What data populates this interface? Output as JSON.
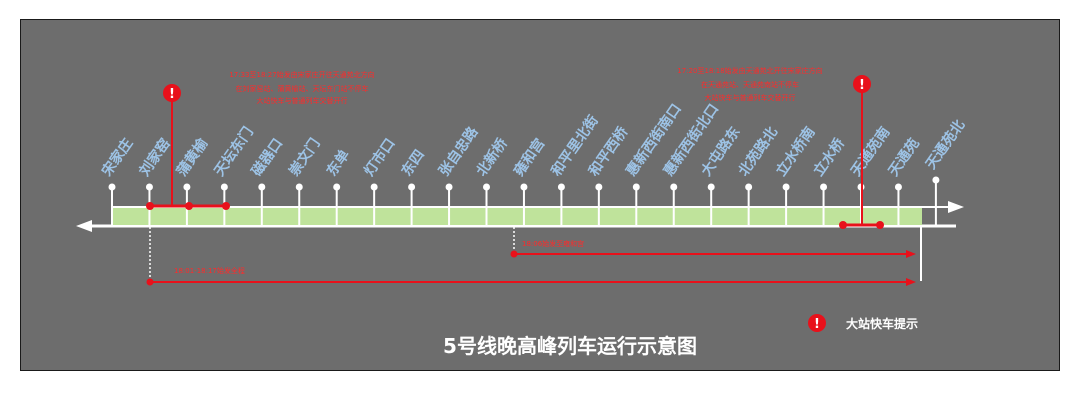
{
  "title": "5号线晚高峰列车运行示意图",
  "legend": {
    "label": "大站快车提示",
    "icon": "exclamation-icon",
    "color": "#e8111b"
  },
  "stations": [
    "宋家庄",
    "刘家窑",
    "蒲黄榆",
    "天坛东门",
    "磁器口",
    "崇文门",
    "东单",
    "灯市口",
    "东四",
    "张自忠路",
    "北新桥",
    "雍和宫",
    "和平里北街",
    "和平西桥",
    "惠新西街南口",
    "惠新西街北口",
    "大屯路东",
    "北苑路北",
    "立水桥南",
    "立水桥",
    "天通苑南",
    "天通苑",
    "天通苑北"
  ],
  "notes": {
    "south": [
      "17:33至18:27始发由宋家庄开往天通苑北方向",
      "在刘家窑站、蒲黄榆站、天坛东门站不停车",
      "大站快车与普通列车交替开行"
    ],
    "north": [
      "17:20至18:18始发由天通苑北开往宋家庄方向",
      "在天通苑站、天通苑南站不停车",
      "大站快车与普通列车交替开行"
    ]
  },
  "spans": {
    "short": "18:06始发至雍和宫",
    "long": "18:01-18:17始发全程"
  },
  "colors": {
    "background": "#6d6d6d",
    "track": "#bfe39b",
    "accent": "#e8111b",
    "station_text": "#9dc3e6"
  }
}
